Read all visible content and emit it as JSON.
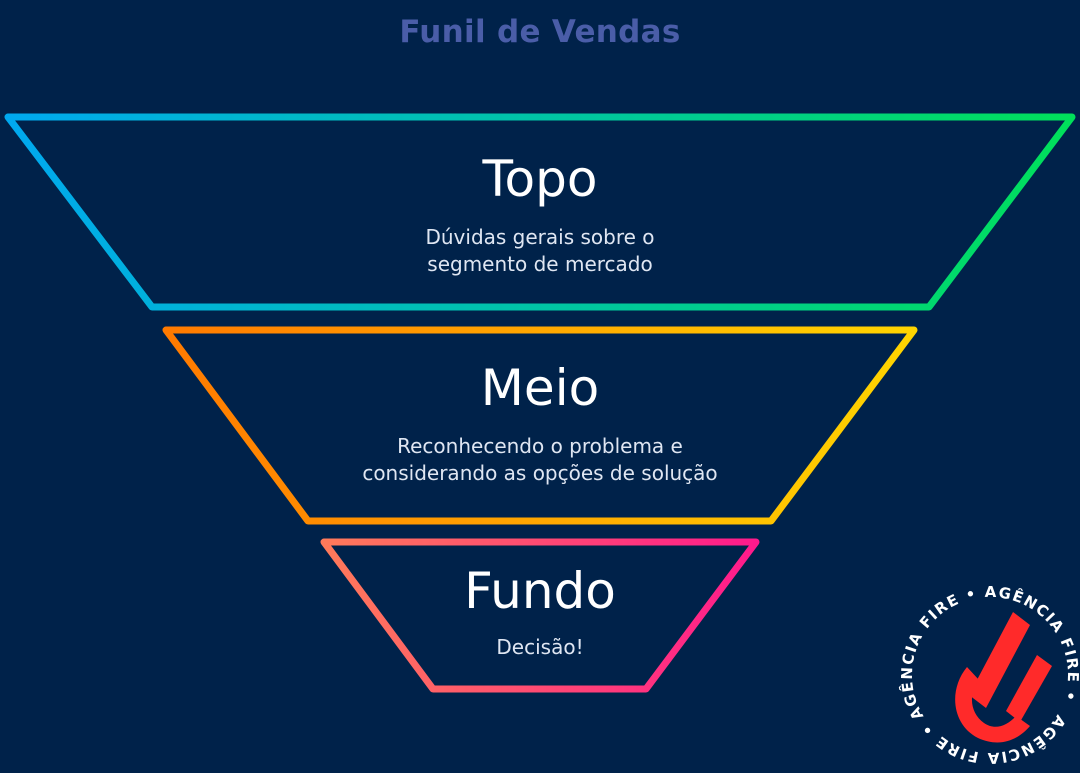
{
  "title": "Funil de Vendas",
  "stages": [
    {
      "name": "Topo",
      "description_lines": [
        "Dúvidas gerais sobre o",
        "segmento de mercado"
      ],
      "stroke_colors": [
        "#00a9f0",
        "#00e05a"
      ]
    },
    {
      "name": "Meio",
      "description_lines": [
        "Reconhecendo o problema e",
        "considerando as opções de solução"
      ],
      "stroke_colors": [
        "#ff7a00",
        "#ffd500"
      ]
    },
    {
      "name": "Fundo",
      "description_lines": [
        "Decisão!"
      ],
      "stroke_colors": [
        "#ff7a5a",
        "#ff1a8c"
      ]
    }
  ],
  "badge": {
    "ring_text": "AGÊNCIA FIRE • AGÊNCIA FIRE • AGÊNCIA FIRE •",
    "icon": "fire-logo-icon",
    "text_color": "#ffffff",
    "accent_color": "#ff2a2a"
  }
}
